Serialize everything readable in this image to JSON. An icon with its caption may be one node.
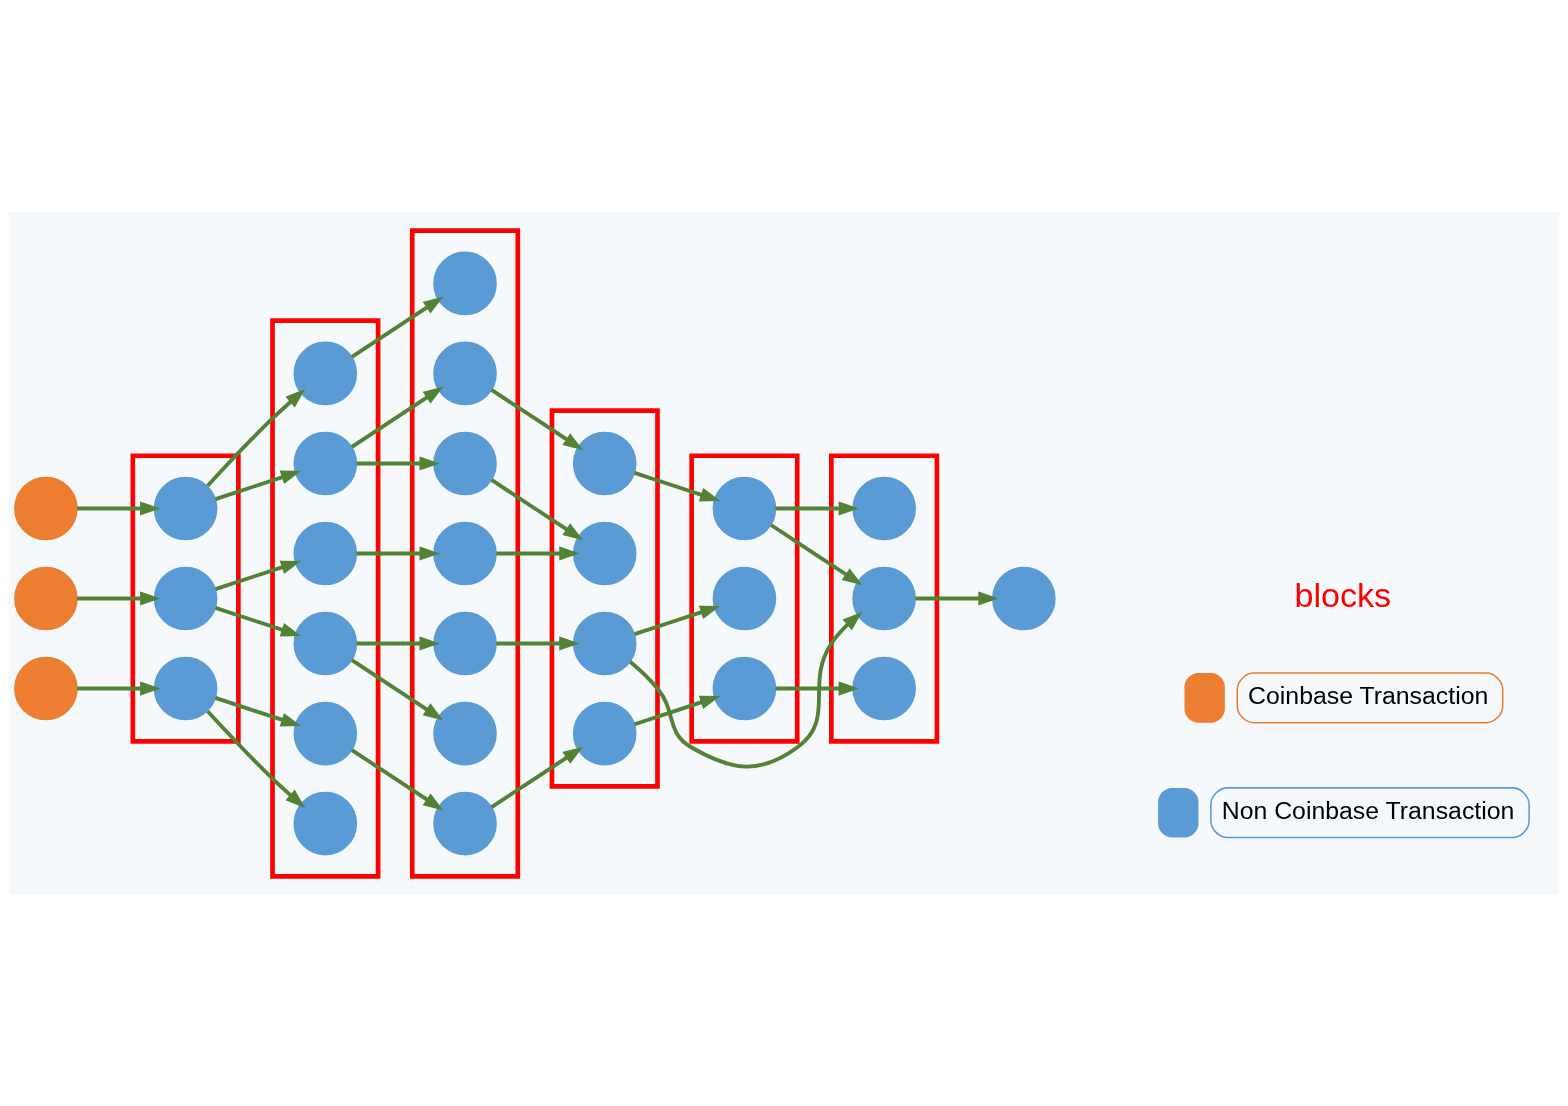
{
  "diagram": {
    "nodes": [
      {
        "text": [],
        "shape": "box"
      },
      {
        "text": [],
        "shape": "box"
      },
      {
        "text": [],
        "shape": "box"
      },
      {
        "text": [],
        "shape": "box"
      },
      {
        "text": [],
        "shape": "box"
      },
      {
        "text": [],
        "shape": "box"
      },
      {
        "text": [],
        "shape": "circle"
      },
      {
        "text": [],
        "shape": "circle"
      },
      {
        "text": [],
        "shape": "circle"
      },
      {
        "text": [],
        "shape": "circle",
        "in": 0
      },
      {
        "text": [],
        "shape": "circle",
        "in": 0
      },
      {
        "text": [],
        "shape": "circle",
        "in": 0
      },
      {
        "text": [],
        "shape": "circle",
        "in": 1
      },
      {
        "text": [],
        "shape": "circle",
        "in": 1
      },
      {
        "text": [],
        "shape": "circle",
        "in": 1
      },
      {
        "text": [],
        "shape": "circle",
        "in": 1
      },
      {
        "text": [],
        "shape": "circle",
        "in": 1
      },
      {
        "text": [],
        "shape": "circle",
        "in": 1
      },
      {
        "text": [],
        "shape": "circle",
        "in": 2
      },
      {
        "text": [],
        "shape": "circle",
        "in": 2
      },
      {
        "text": [],
        "shape": "circle",
        "in": 2
      },
      {
        "text": [],
        "shape": "circle",
        "in": 2
      },
      {
        "text": [],
        "shape": "circle",
        "in": 2
      },
      {
        "text": [],
        "shape": "circle",
        "in": 2
      },
      {
        "text": [],
        "shape": "circle",
        "in": 2
      },
      {
        "text": [],
        "shape": "circle",
        "in": 3
      },
      {
        "text": [],
        "shape": "circle",
        "in": 3
      },
      {
        "text": [],
        "shape": "circle",
        "in": 3
      },
      {
        "text": [],
        "shape": "circle",
        "in": 3
      },
      {
        "text": [],
        "shape": "circle",
        "in": 4
      },
      {
        "text": [],
        "shape": "circle",
        "in": 4
      },
      {
        "text": [],
        "shape": "circle",
        "in": 4
      },
      {
        "text": [],
        "shape": "circle",
        "in": 5
      },
      {
        "text": [],
        "shape": "circle",
        "in": 5
      },
      {
        "text": [],
        "shape": "circle",
        "in": 5
      },
      {
        "text": [],
        "shape": "circle"
      }
    ],
    "edges": [
      {
        "from": 6,
        "to": 9,
        "arrow": "to"
      },
      {
        "from": 7,
        "to": 10,
        "arrow": "to"
      },
      {
        "from": 8,
        "to": 11,
        "arrow": "to"
      },
      {
        "from": 9,
        "to": 12,
        "arrow": "to"
      },
      {
        "from": 9,
        "to": 13,
        "arrow": "to"
      },
      {
        "from": 10,
        "to": 14,
        "arrow": "to"
      },
      {
        "from": 10,
        "to": 15,
        "arrow": "to"
      },
      {
        "from": 11,
        "to": 16,
        "arrow": "to"
      },
      {
        "from": 11,
        "to": 17,
        "arrow": "to"
      },
      {
        "from": 12,
        "to": 18,
        "arrow": "to"
      },
      {
        "from": 13,
        "to": 19,
        "arrow": "to"
      },
      {
        "from": 13,
        "to": 20,
        "arrow": "to"
      },
      {
        "from": 14,
        "to": 21,
        "arrow": "to"
      },
      {
        "from": 15,
        "to": 22,
        "arrow": "to"
      },
      {
        "from": 15,
        "to": 23,
        "arrow": "to"
      },
      {
        "from": 16,
        "to": 24,
        "arrow": "to"
      },
      {
        "from": 19,
        "to": 25,
        "arrow": "to"
      },
      {
        "from": 20,
        "to": 26,
        "arrow": "to"
      },
      {
        "from": 21,
        "to": 26,
        "arrow": "to"
      },
      {
        "from": 22,
        "to": 27,
        "arrow": "to"
      },
      {
        "from": 24,
        "to": 28,
        "arrow": "to"
      },
      {
        "from": 25,
        "to": 29,
        "arrow": "to"
      },
      {
        "from": 27,
        "to": 30,
        "arrow": "to"
      },
      {
        "from": 27,
        "to": 33,
        "arrow": "to"
      },
      {
        "from": 28,
        "to": 31,
        "arrow": "to"
      },
      {
        "from": 29,
        "to": 32,
        "arrow": "to"
      },
      {
        "from": 29,
        "to": 33,
        "arrow": "to"
      },
      {
        "from": 31,
        "to": 34,
        "arrow": "to"
      },
      {
        "from": 33,
        "to": 35,
        "arrow": "to"
      }
    ],
    "labels": [
      "blocks"
    ],
    "legend": [
      {
        "text": "Coinbase Transaction",
        "color": "#ed7d31"
      },
      {
        "text": "Non Coinbase Transaction",
        "color": "#5b9bd5"
      }
    ]
  }
}
